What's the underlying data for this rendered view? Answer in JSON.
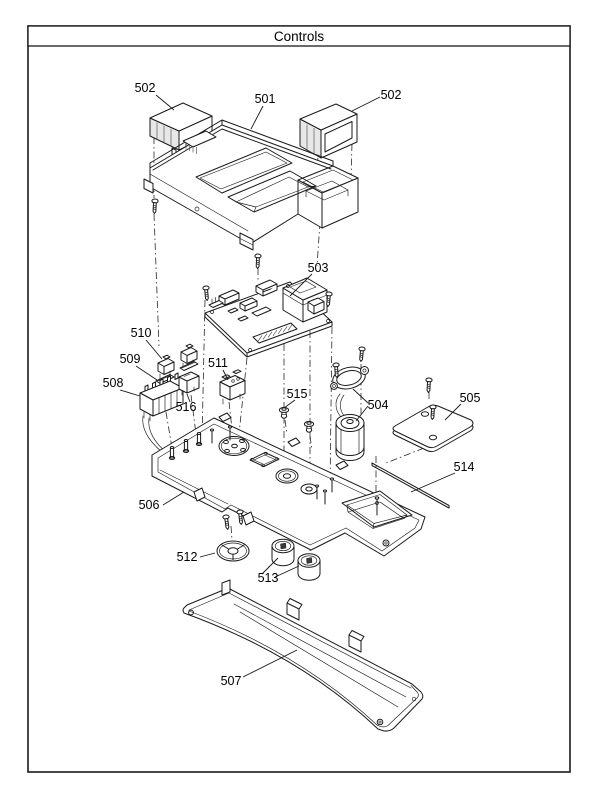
{
  "title": "Controls",
  "callouts": {
    "c501": "501",
    "c502_left": "502",
    "c502_right": "502",
    "c503": "503",
    "c504": "504",
    "c505": "505",
    "c506": "506",
    "c507": "507",
    "c508": "508",
    "c509": "509",
    "c510": "510",
    "c511": "511",
    "c512": "512",
    "c513": "513",
    "c514": "514",
    "c515": "515",
    "c516": "516"
  }
}
